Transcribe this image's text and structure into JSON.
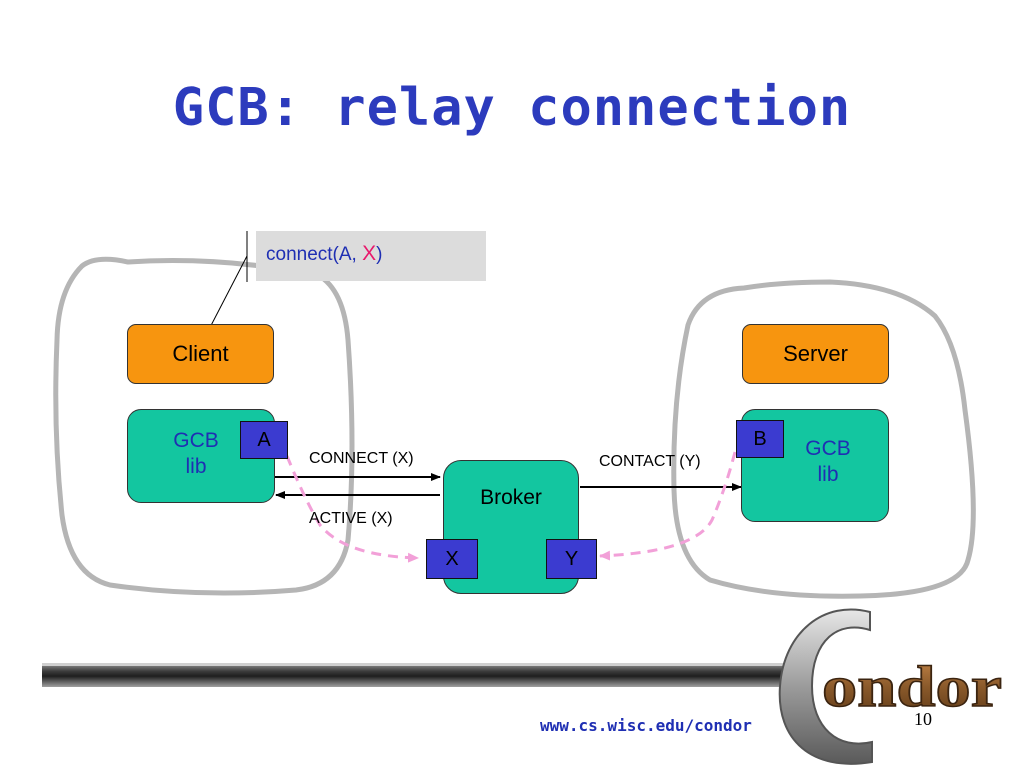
{
  "slide": {
    "title": "GCB: relay connection",
    "callout": {
      "prefix": "connect(A, ",
      "highlight": "X",
      "suffix": ")"
    },
    "client": {
      "label": "Client",
      "lib_line1": "GCB",
      "lib_line2": "lib",
      "port": "A"
    },
    "server": {
      "label": "Server",
      "lib_line1": "GCB",
      "lib_line2": "lib",
      "port": "B"
    },
    "broker": {
      "label": "Broker",
      "port_left": "X",
      "port_right": "Y"
    },
    "arrows": {
      "connect": "CONNECT (X)",
      "active": "ACTIVE (X)",
      "contact": "CONTACT (Y)"
    },
    "footer": {
      "url": "www.cs.wisc.edu/condor",
      "page_number": "10",
      "logo_text": "ondor",
      "logo_initial": "C"
    }
  },
  "colors": {
    "title": "#2c3bbd",
    "orange_box": "#f7950f",
    "green_box": "#13c6a0",
    "port": "#3b3bd0",
    "relay_path": "#f2a0d8",
    "callout_bg": "#dcdcdc",
    "highlight": "#e8196c"
  }
}
